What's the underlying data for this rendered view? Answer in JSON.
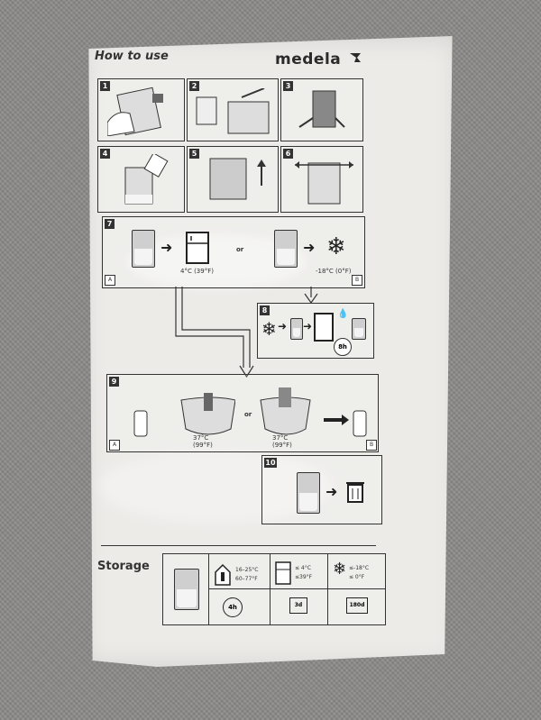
{
  "header": {
    "how_to_use": "How to use",
    "brand": "medela"
  },
  "steps": {
    "s1": "1",
    "s2": "2",
    "s3": "3",
    "s4": "4",
    "s5": "5",
    "s6": "6",
    "s7": "7",
    "s8": "8",
    "s9": "9",
    "s10": "10"
  },
  "step7": {
    "fridge_temp": "4°C (39°F)",
    "or": "or",
    "freezer_temp": "-18°C (0°F)",
    "tag_a": "A",
    "tag_b": "B"
  },
  "step8": {
    "duration": "8h"
  },
  "step9": {
    "temp_c_1": "37°C",
    "temp_f_1": "(99°F)",
    "or": "or",
    "temp_c_2": "37°C",
    "temp_f_2": "(99°F)",
    "tag_a": "A",
    "tag_b": "B"
  },
  "storage": {
    "title": "Storage",
    "room_c": "16–25°C",
    "room_f": "60–77°F",
    "room_time": "4h",
    "fridge_c": "≤ 4°C",
    "fridge_f": "≤39°F",
    "fridge_days": "3d",
    "freezer_c": "≤-18°C",
    "freezer_f": "≤ 0°F",
    "freezer_days": "180d"
  },
  "icons": [
    "snowflake-icon",
    "fridge-icon",
    "trash-icon",
    "thermometer-icon",
    "calendar-icon",
    "clock-icon",
    "arrow-icon"
  ]
}
